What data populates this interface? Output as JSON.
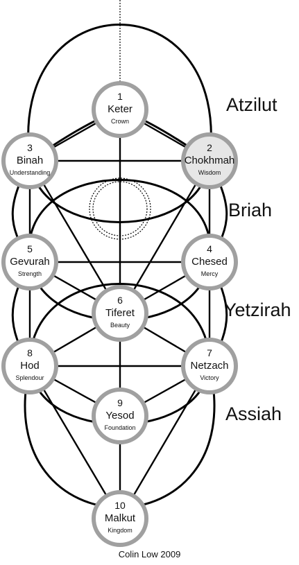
{
  "sephirot": [
    {
      "num": "1",
      "name": "Keter",
      "sub": "Crown",
      "fill": "#ffffff"
    },
    {
      "num": "2",
      "name": "Chokhmah",
      "sub": "Wisdom",
      "fill": "#e6e6e6"
    },
    {
      "num": "3",
      "name": "Binah",
      "sub": "Understanding",
      "fill": "#ffffff"
    },
    {
      "num": "4",
      "name": "Chesed",
      "sub": "Mercy",
      "fill": "#ffffff"
    },
    {
      "num": "5",
      "name": "Gevurah",
      "sub": "Strength",
      "fill": "#ffffff"
    },
    {
      "num": "6",
      "name": "Tiferet",
      "sub": "Beauty",
      "fill": "#ffffff"
    },
    {
      "num": "7",
      "name": "Netzach",
      "sub": "Victory",
      "fill": "#ffffff"
    },
    {
      "num": "8",
      "name": "Hod",
      "sub": "Splendour",
      "fill": "#ffffff"
    },
    {
      "num": "9",
      "name": "Yesod",
      "sub": "Foundation",
      "fill": "#ffffff"
    },
    {
      "num": "10",
      "name": "Malkut",
      "sub": "Kingdom",
      "fill": "#ffffff"
    }
  ],
  "worlds": [
    "Atzilut",
    "Briah",
    "Yetzirah",
    "Assiah"
  ],
  "credit": "Colin Low 2009",
  "colors": {
    "line": "#000000",
    "ring": "#a0a0a0",
    "chokhmah_fill": "#e6e6e6"
  }
}
